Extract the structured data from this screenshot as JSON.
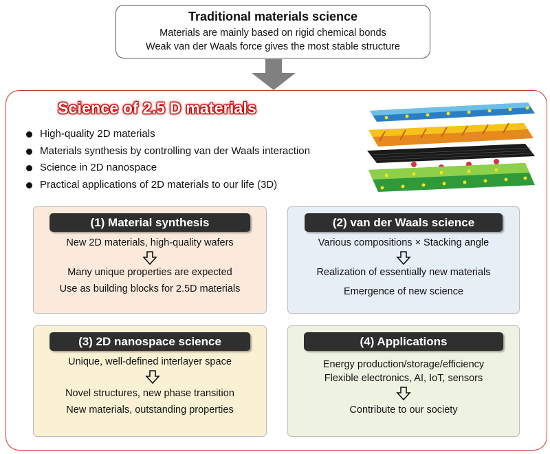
{
  "top": {
    "title": "Traditional materials science",
    "lines": [
      "Materials are mainly based on rigid chemical bonds",
      "Weak van der Waals force gives the most stable structure"
    ]
  },
  "main": {
    "title": "Science of 2.5 D materials",
    "bullets": [
      "High-quality 2D materials",
      "Materials synthesis by controlling van der Waals interaction",
      "Science in 2D nanospace",
      "Practical applications of 2D materials to our life (3D)"
    ]
  },
  "panels": [
    {
      "title": "(1) Material synthesis",
      "before": [
        "New 2D materials, high-quality wafers"
      ],
      "after": [
        "Many unique properties are expected",
        "Use as building blocks for 2.5D materials"
      ]
    },
    {
      "title": "(2) van der Waals science",
      "before": [
        "Various compositions × Stacking angle"
      ],
      "after": [
        "Realization of essentially new materials",
        "Emergence of new science"
      ]
    },
    {
      "title": "(3) 2D nanospace science",
      "before": [
        "Unique, well-defined interlayer space"
      ],
      "after": [
        "Novel structures, new phase transition",
        "New materials, outstanding properties"
      ]
    },
    {
      "title": "(4) Applications",
      "before": [
        "Energy production/storage/efficiency",
        "Flexible electronics, AI, IoT, sensors"
      ],
      "after": [
        "Contribute to our society"
      ]
    }
  ],
  "colors": {
    "outer_border": "#c0392b",
    "title_glow": "#d40000",
    "panel1_bg": "#fbeadc",
    "panel2_bg": "#e6eef6",
    "panel3_bg": "#faf0d4",
    "panel4_bg": "#eef2e1",
    "header_bg": "#2f2f2f"
  }
}
